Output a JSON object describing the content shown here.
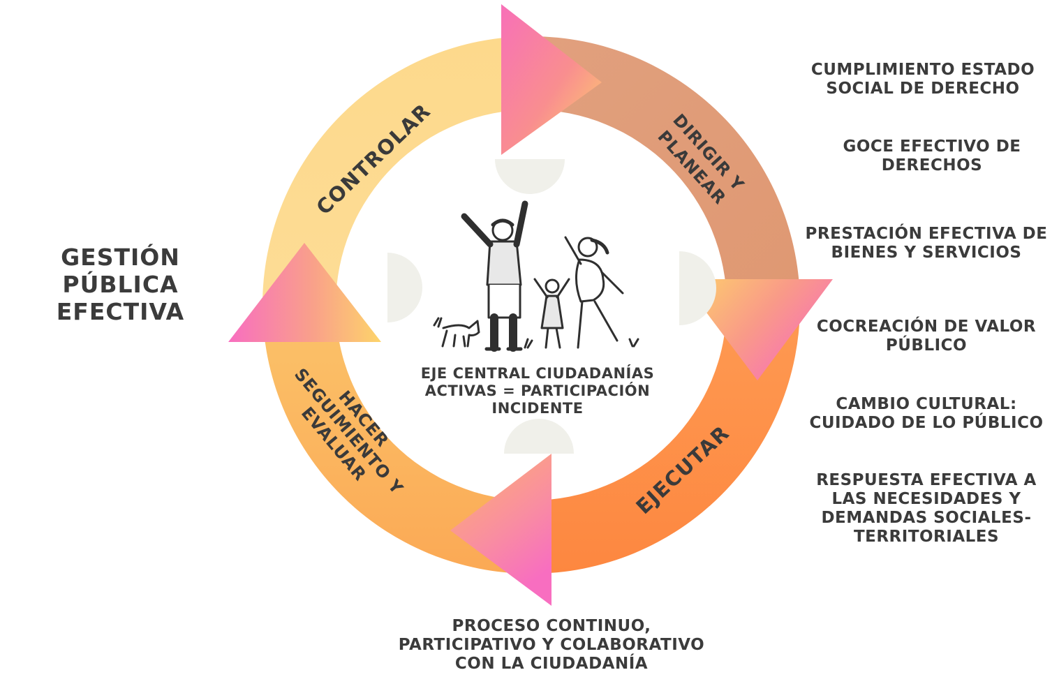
{
  "goal": {
    "line1": "GESTIÓN PÚBLICA",
    "line2": "EFECTIVA"
  },
  "cycle": {
    "stage_top_left": "CONTROLAR",
    "stage_top_right_line1": "DIRIGIR Y",
    "stage_top_right_line2": "PLANEAR",
    "stage_bottom_right": "EJECUTAR",
    "stage_bottom_left_line1": "HACER",
    "stage_bottom_left_line2": "SEGUIMIENTO Y",
    "stage_bottom_left_line3": "EVALUAR"
  },
  "center": {
    "line1": "EJE CENTRAL CIUDADANÍAS",
    "line2": "ACTIVAS = PARTICIPACIÓN",
    "line3": "INCIDENTE"
  },
  "bottom": {
    "line1": "PROCESO CONTINUO,",
    "line2": "PARTICIPATIVO Y COLABORATIVO",
    "line3": "CON LA CIUDADANÍA"
  },
  "benefits": [
    {
      "line1": "CUMPLIMIENTO ESTADO",
      "line2": "SOCIAL DE DERECHO"
    },
    {
      "line1": "GOCE EFECTIVO DE",
      "line2": "DERECHOS"
    },
    {
      "line1": "PRESTACIÓN EFECTIVA DE",
      "line2": "BIENES Y SERVICIOS"
    },
    {
      "line1": "COCREACIÓN DE VALOR",
      "line2": "PÚBLICO"
    },
    {
      "line1": "CAMBIO CULTURAL:",
      "line2": "CUIDADO DE LO PÚBLICO"
    },
    {
      "line1": "RESPUESTA EFECTIVA A",
      "line2": "LAS NECESIDADES Y",
      "line3": "DEMANDAS SOCIALES-",
      "line4": "TERRITORIALES"
    }
  ],
  "colors": {
    "controlar": "#fdd88a",
    "dirigir": "#e0a07c",
    "ejecutar": "#fd8c48",
    "seguimiento": "#fbb55a",
    "arrow_pink": "#f872b5",
    "arrow_yellow": "#fdd36a",
    "semicircle": "#f0f0ea"
  },
  "icons": [
    "family-illustration",
    "dog-icon",
    "grass-icon"
  ]
}
